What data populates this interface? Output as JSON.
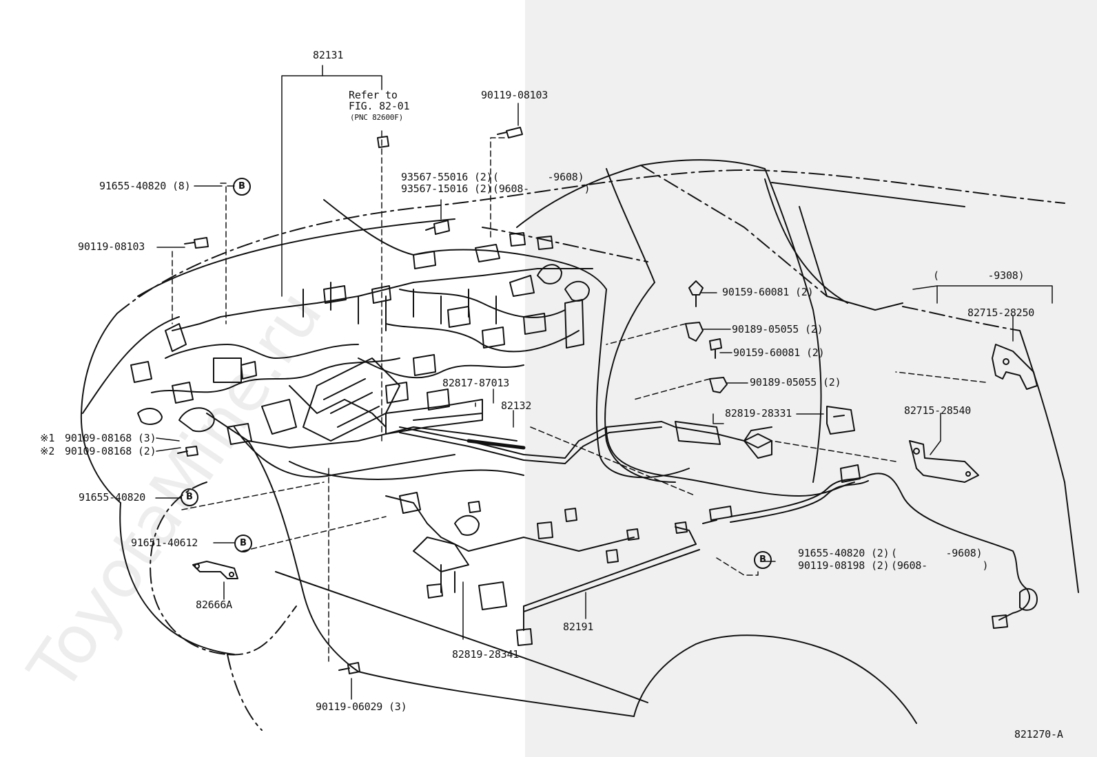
{
  "labels": {
    "p82131": "82131",
    "refer1": "Refer to",
    "refer2": "FIG. 82-01",
    "refer3": "(PNC 82600F)",
    "p90119_08103_top": "90119-08103",
    "p93567_55016": "93567-55016 (2)",
    "p93567_15016": "93567-15016 (2)",
    "r9608a": "(        -9608)",
    "r9608b": "(9608-         )",
    "p91655_40820_8": "91655-40820 (8)",
    "p90119_08103_left": "90119-08103",
    "p90159_60081_a": "90159-60081 (2)",
    "p90189_05055_a": "90189-05055 (2)",
    "p90159_60081_b": "90159-60081 (2)",
    "p90189_05055_b": "90189-05055 (2)",
    "r9308": "(        -9308)",
    "p82715_28250": "82715-28250",
    "p82817_87013": "82817-87013",
    "p82132": "82132",
    "p82819_28331": "82819-28331",
    "p82715_28540": "82715-28540",
    "mark1": "※1",
    "mark2": "※2",
    "p90109_08168_3": "90109-08168 (3)",
    "p90109_08168_2": "90109-08168 (2)",
    "p91655_40820": "91655-40820",
    "p91651_40612": "91651-40612",
    "p82666A": "82666A",
    "p91655_40820_2": "91655-40820 (2)",
    "p90119_08198_2": "90119-08198 (2)",
    "r9608c": "(        -9608)",
    "r9608d": "(9608-         )",
    "p82191": "82191",
    "p82819_28341": "82819-28341",
    "p90119_06029_3": "90119-06029 (3)",
    "fig_code": "821270-A",
    "circle_b": "B",
    "watermark": "ToyotaMine.ru"
  }
}
